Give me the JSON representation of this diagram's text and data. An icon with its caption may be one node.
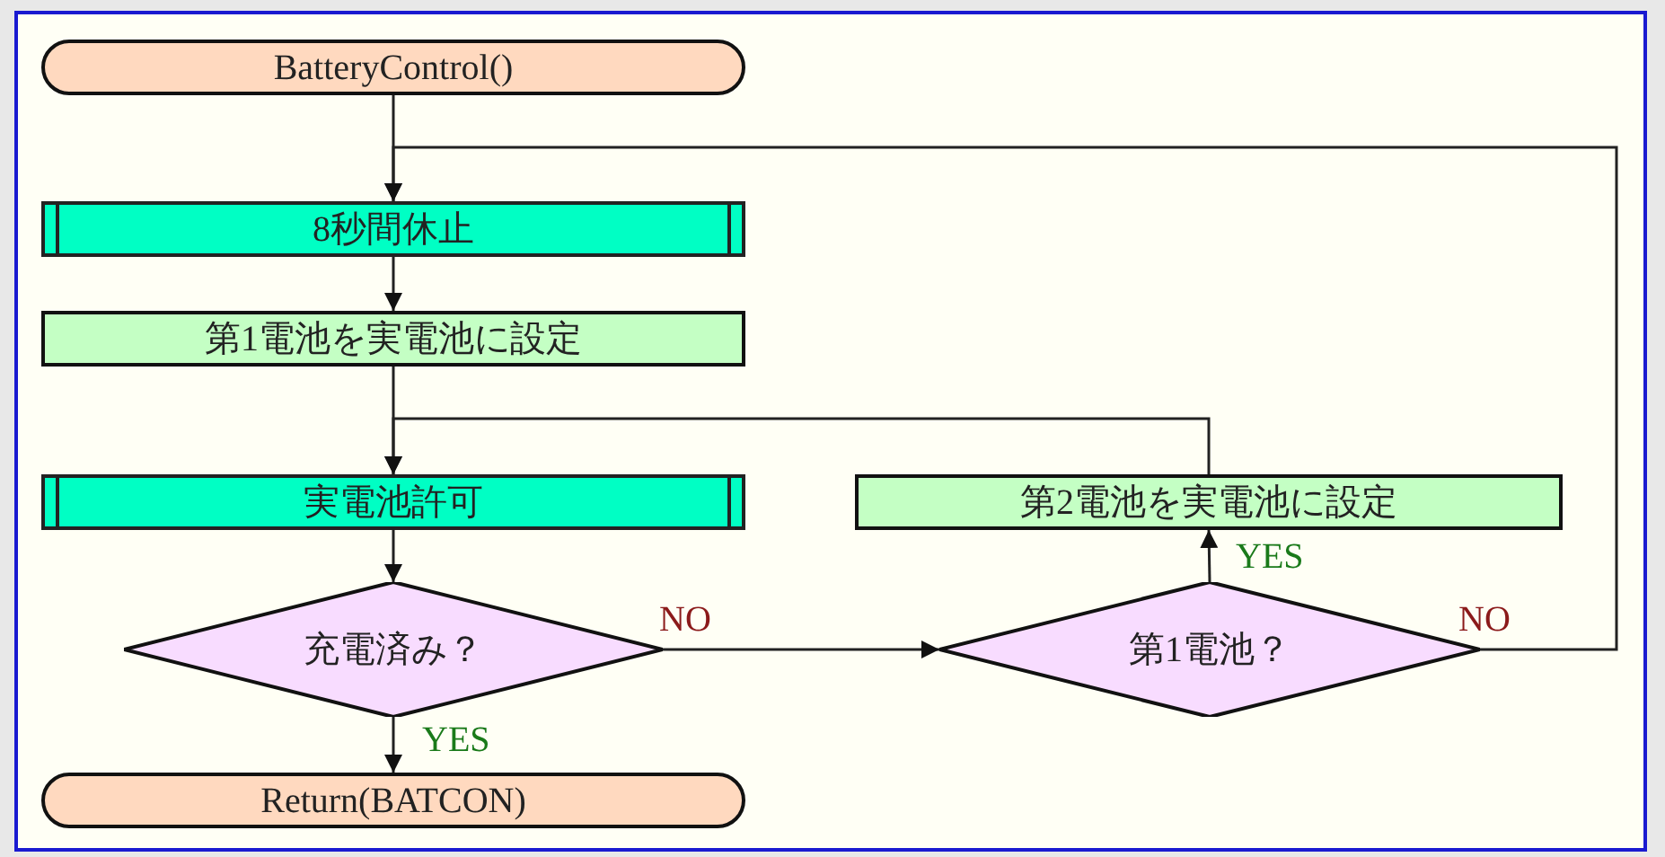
{
  "diagram": {
    "nodes": [
      {
        "text": [
          "BatteryControl()"
        ]
      },
      {
        "text": [
          "8秒間休止"
        ]
      },
      {
        "text": [
          "第1電池を実電池に設定"
        ]
      },
      {
        "text": [
          "実電池許可"
        ]
      },
      {
        "text": [
          "充電済み？"
        ]
      },
      {
        "text": [
          "Return(BATCON)"
        ]
      },
      {
        "text": [
          "第1電池？"
        ]
      },
      {
        "text": [
          "第2電池を実電池に設定"
        ]
      }
    ],
    "edges": [
      {
        "from": 0,
        "to": 1,
        "arrow": "to"
      },
      {
        "from": 1,
        "to": 2,
        "arrow": "to"
      },
      {
        "from": 2,
        "to": 3,
        "arrow": "to"
      },
      {
        "from": 3,
        "to": 4,
        "arrow": "to"
      },
      {
        "from": 4,
        "to": 5,
        "arrow": "to",
        "label": "YES"
      },
      {
        "from": 4,
        "to": 6,
        "arrow": "to",
        "label": "NO"
      },
      {
        "from": 6,
        "to": 7,
        "arrow": "to",
        "label": "YES"
      },
      {
        "from": 7,
        "to": 3,
        "arrow": "to"
      },
      {
        "from": 6,
        "to": 1,
        "arrow": "to",
        "label": "NO"
      }
    ]
  }
}
